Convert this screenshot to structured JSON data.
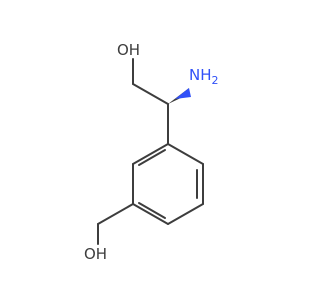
{
  "molecule": {
    "atoms": {
      "hydroxyl_top": {
        "symbol": "OH",
        "color": "#3d3d3d"
      },
      "amine": {
        "symbol": "NH",
        "subscript": "2",
        "color": "#3050f8"
      },
      "hydroxyl_bottom": {
        "symbol": "OH",
        "color": "#3d3d3d"
      }
    },
    "colors": {
      "bond": "#3d3d3d",
      "stereo_wedge": "#3050f8",
      "background": "#ffffff"
    }
  }
}
